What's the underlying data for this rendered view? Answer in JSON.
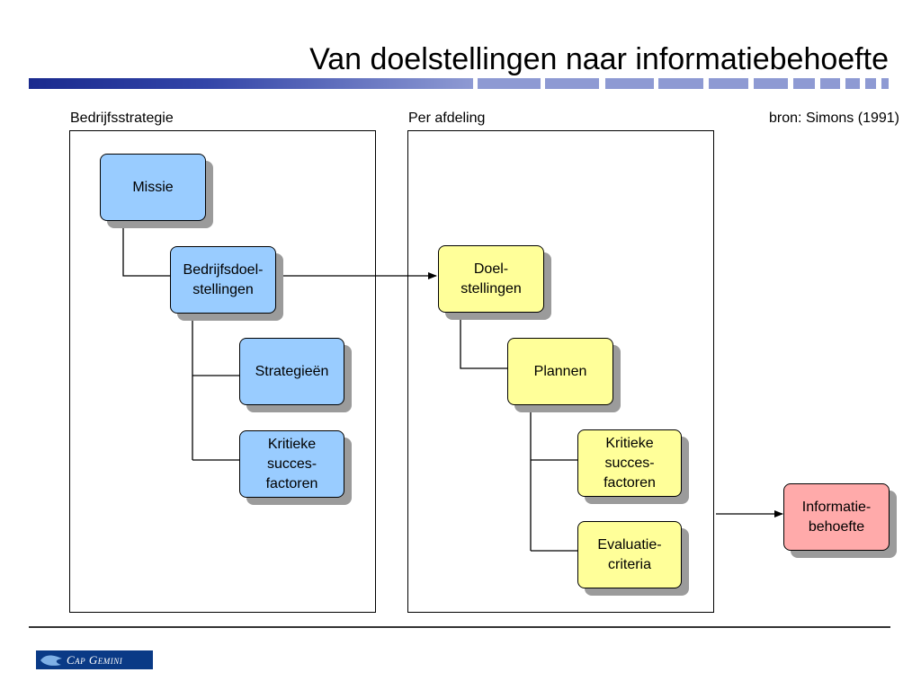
{
  "title": "Van doelstellingen naar informatiebehoefte",
  "headers": {
    "left": "Bedrijfsstrategie",
    "middle": "Per afdeling",
    "source": "bron: Simons (1991)"
  },
  "boxes": {
    "missie": "Missie",
    "bedrijfsdoelstellingen": "Bedrijfsdoel-\nstellingen",
    "strategieen": "Strategieën",
    "kritieke_left": "Kritieke\nsucces-\nfactoren",
    "doelstellingen": "Doel-\nstellingen",
    "plannen": "Plannen",
    "kritieke_right": "Kritieke\nsucces-\nfactoren",
    "evaluatiecriteria": "Evaluatie-\ncriteria",
    "informatiebehoefte": "Informatie-\nbehoefte"
  },
  "footer": {
    "logo": "Cap Gemini"
  },
  "colors": {
    "blue_box": "#99ccff",
    "yellow_box": "#ffff99",
    "pink_box": "#ffaaaa",
    "title_bar": "#1a2a8e"
  }
}
